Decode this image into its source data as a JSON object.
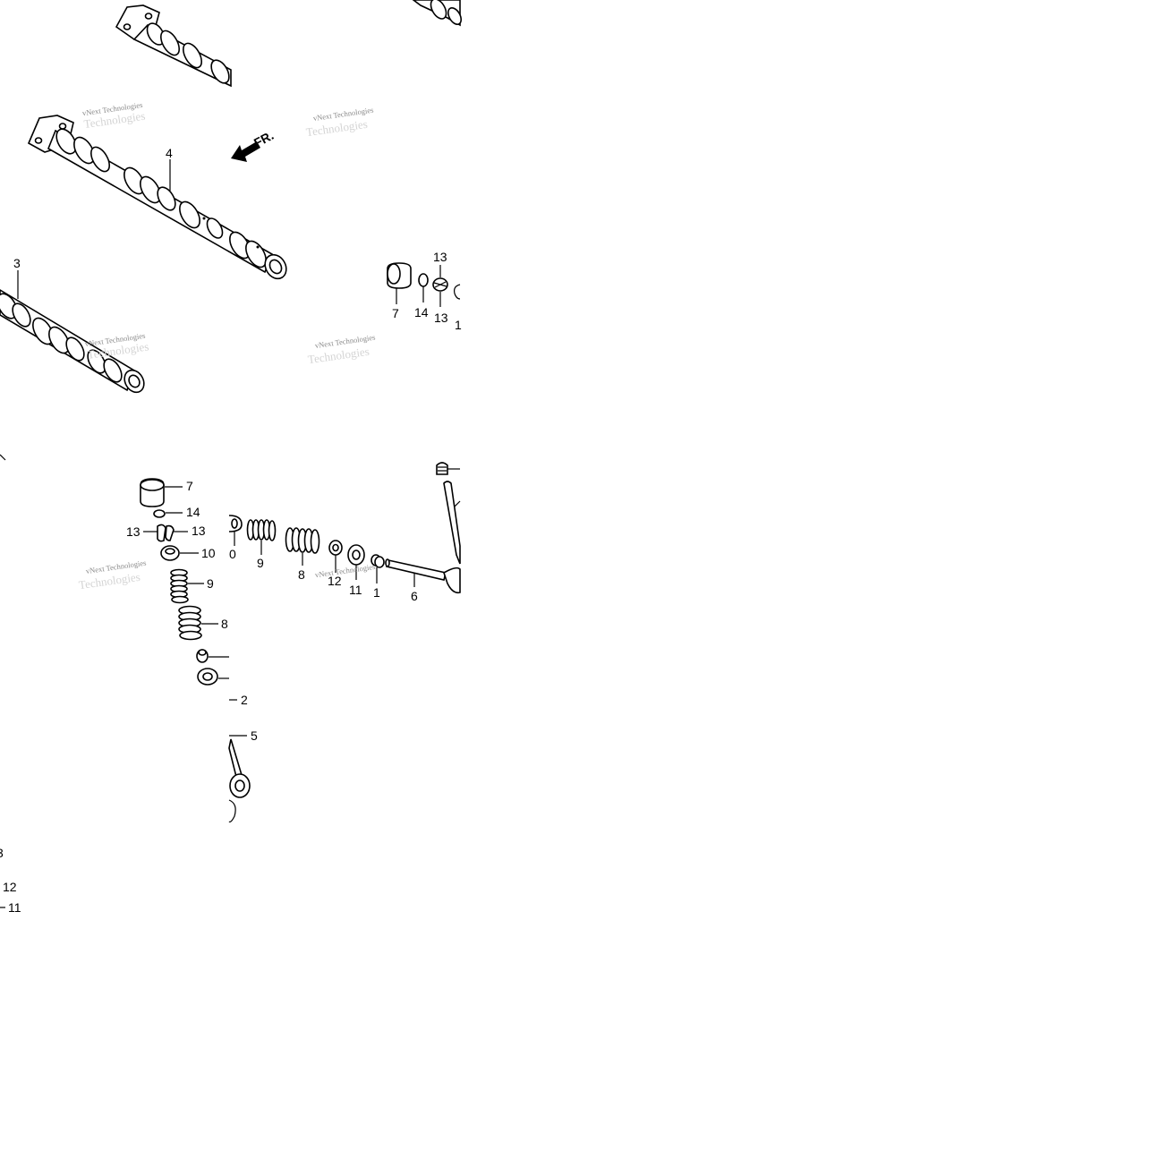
{
  "diagram": {
    "direction_label": "FR.",
    "watermark_text": "vNext Technologies",
    "watermark_ghost_text": "Technologies",
    "callouts": {
      "c4": "4",
      "c3": "3",
      "c13_top": "13",
      "c7_top": "7",
      "c14_top": "14",
      "c13_bottom": "13",
      "c1_partial": "1",
      "c7": "7",
      "c14": "14",
      "c13_left": "13",
      "c13_right": "13",
      "c10": "10",
      "c9": "9",
      "c8": "8",
      "c2": "2",
      "c5": "5",
      "c10_partial": "0",
      "c9_exhaust": "9",
      "c8_exhaust": "8",
      "c12_exhaust": "12",
      "c11_exhaust": "11",
      "c1_exhaust": "1",
      "c6": "6",
      "c12_edge": "12",
      "c11_edge": "11",
      "c3_edge": "3"
    }
  }
}
